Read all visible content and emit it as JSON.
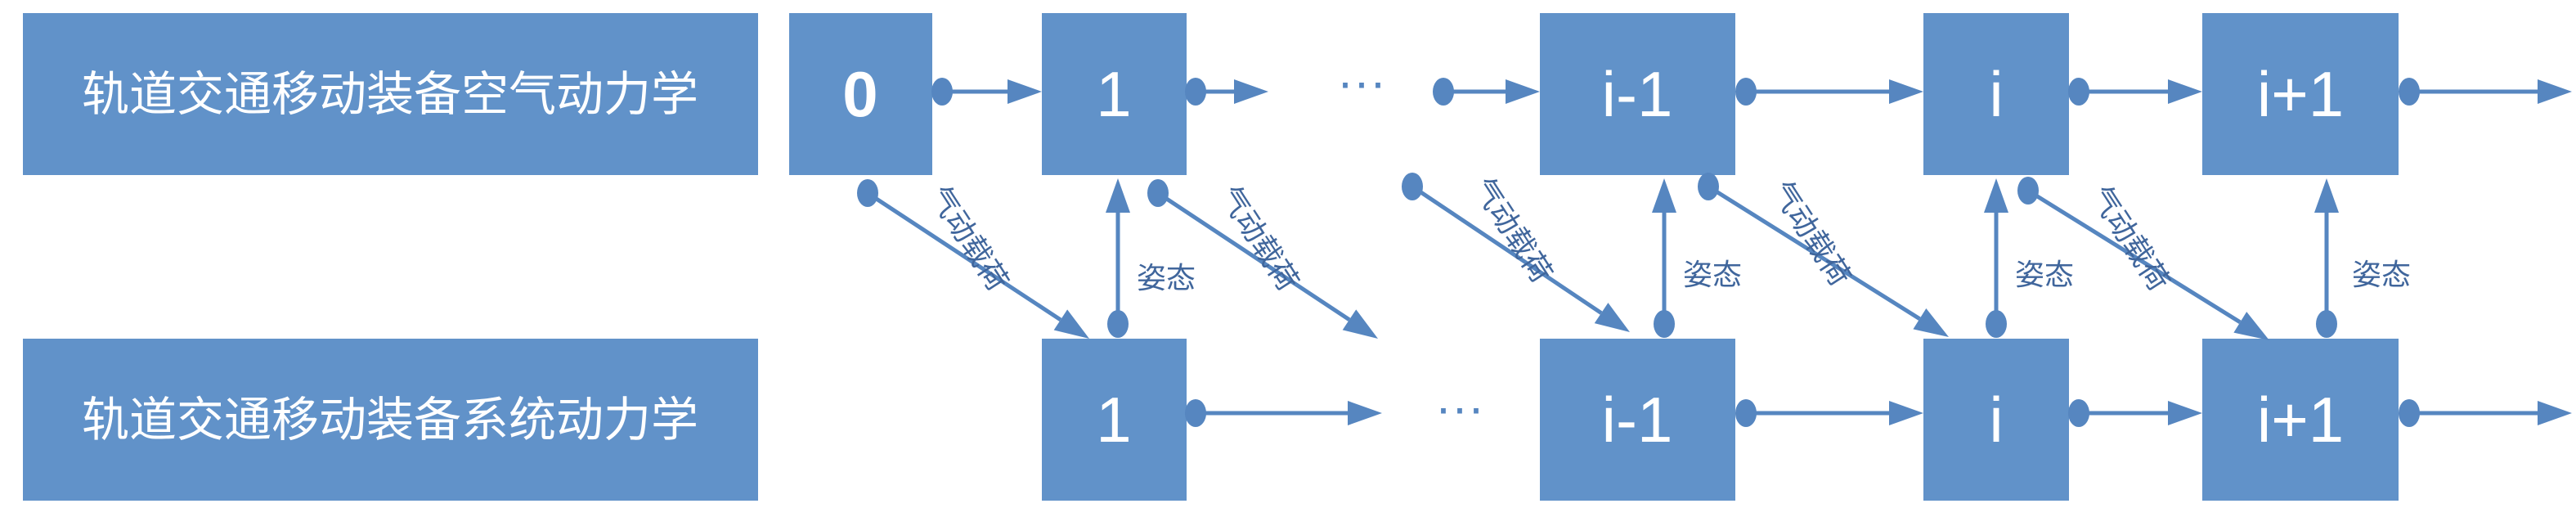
{
  "rows": {
    "aero_title": "轨道交通移动装备空气动力学",
    "system_title": "轨道交通移动装备系统动力学"
  },
  "top_steps": [
    "0",
    "1",
    "i-1",
    "i",
    "i+1"
  ],
  "bottom_steps": [
    "1",
    "i-1",
    "i",
    "i+1"
  ],
  "ellipsis": "···",
  "labels": {
    "aero_load": "气动载荷",
    "attitude": "姿态"
  },
  "colors": {
    "box": "#6192c9",
    "arrow": "#5686c0",
    "label": "#40669c"
  }
}
